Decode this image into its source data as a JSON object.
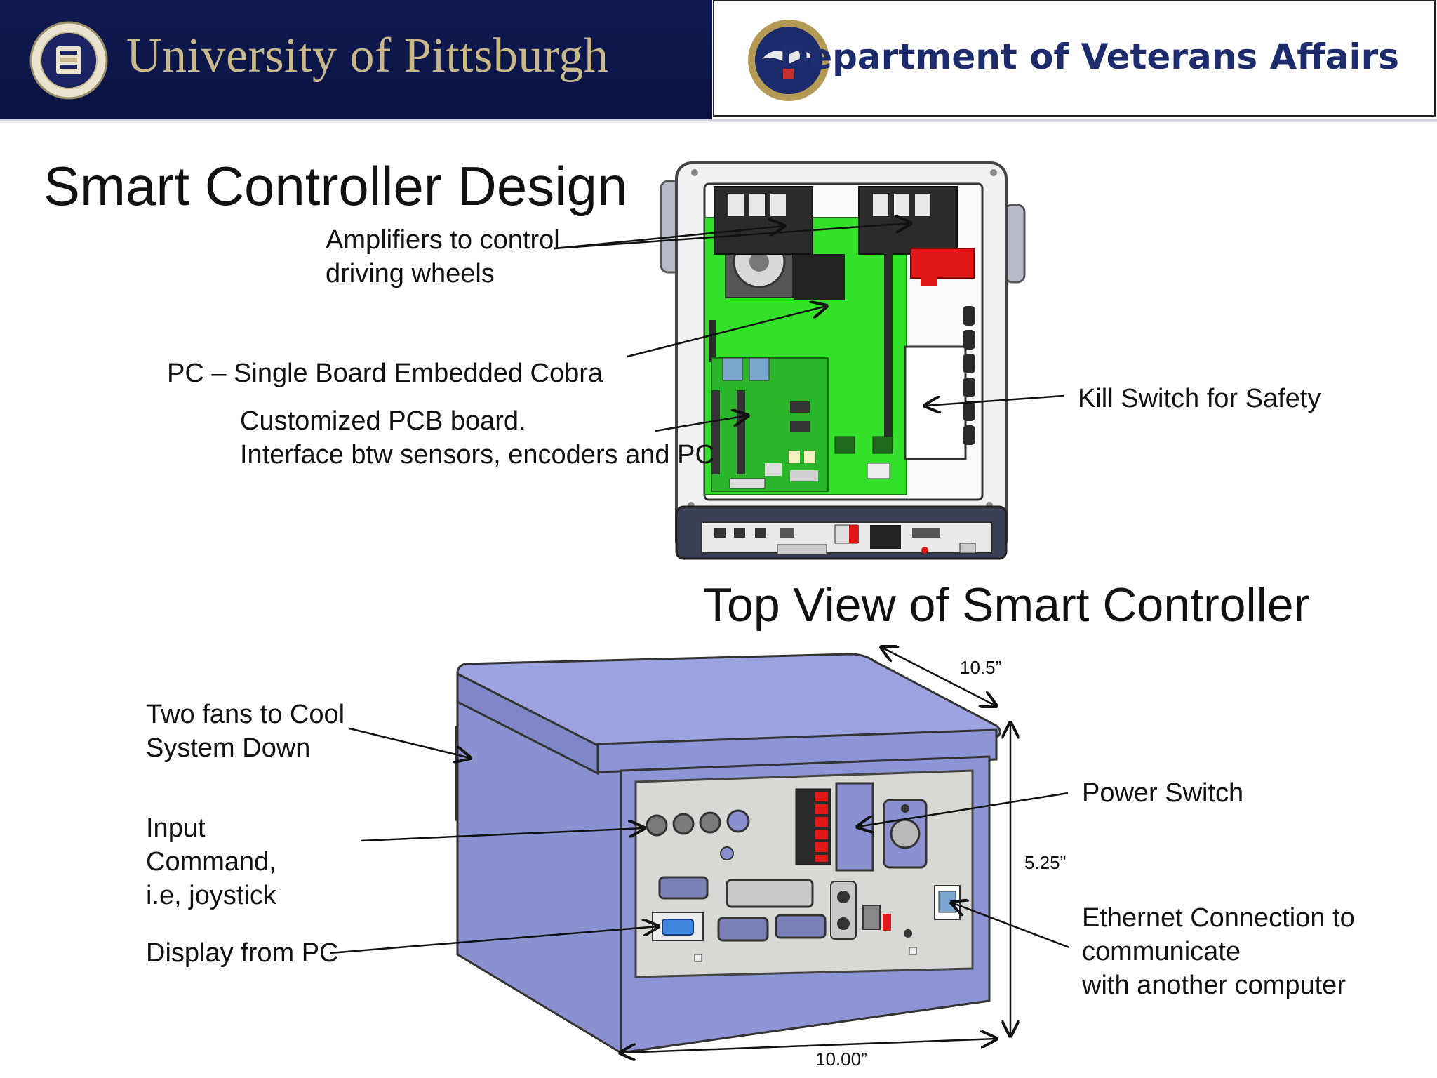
{
  "header": {
    "left_org": "University of Pittsburgh",
    "right_org": "Department of Veterans Affairs",
    "left_seal_icon": "university-seal-icon",
    "right_seal_icon": "va-eagle-seal-icon",
    "colors": {
      "left_banner": "#0c1648",
      "left_text": "#c9b98a",
      "right_text": "#1c2c6c"
    }
  },
  "slide": {
    "title": "Smart Controller Design",
    "top_view_title": "Top View of Smart Controller"
  },
  "top_view": {
    "amplifiers": [
      "Amplifiers to control",
      "driving wheels"
    ],
    "pc": "PC – Single Board Embedded Cobra",
    "pcb": [
      "Customized PCB board.",
      "Interface btw sensors, encoders and PC"
    ],
    "kill_switch": "Kill Switch for Safety",
    "board_color": "#33e02a"
  },
  "iso_view": {
    "fans": [
      "Two fans to Cool",
      "System Down"
    ],
    "input": [
      "Input",
      "Command,",
      "i.e, joystick"
    ],
    "display": "Display from PC",
    "power_switch": "Power Switch",
    "ethernet": [
      "Ethernet Connection to",
      "communicate",
      "with another computer"
    ],
    "dims": {
      "depth": "10.5”",
      "height": "5.25”",
      "width": "10.00”"
    },
    "box_color": "#8e95d6"
  }
}
